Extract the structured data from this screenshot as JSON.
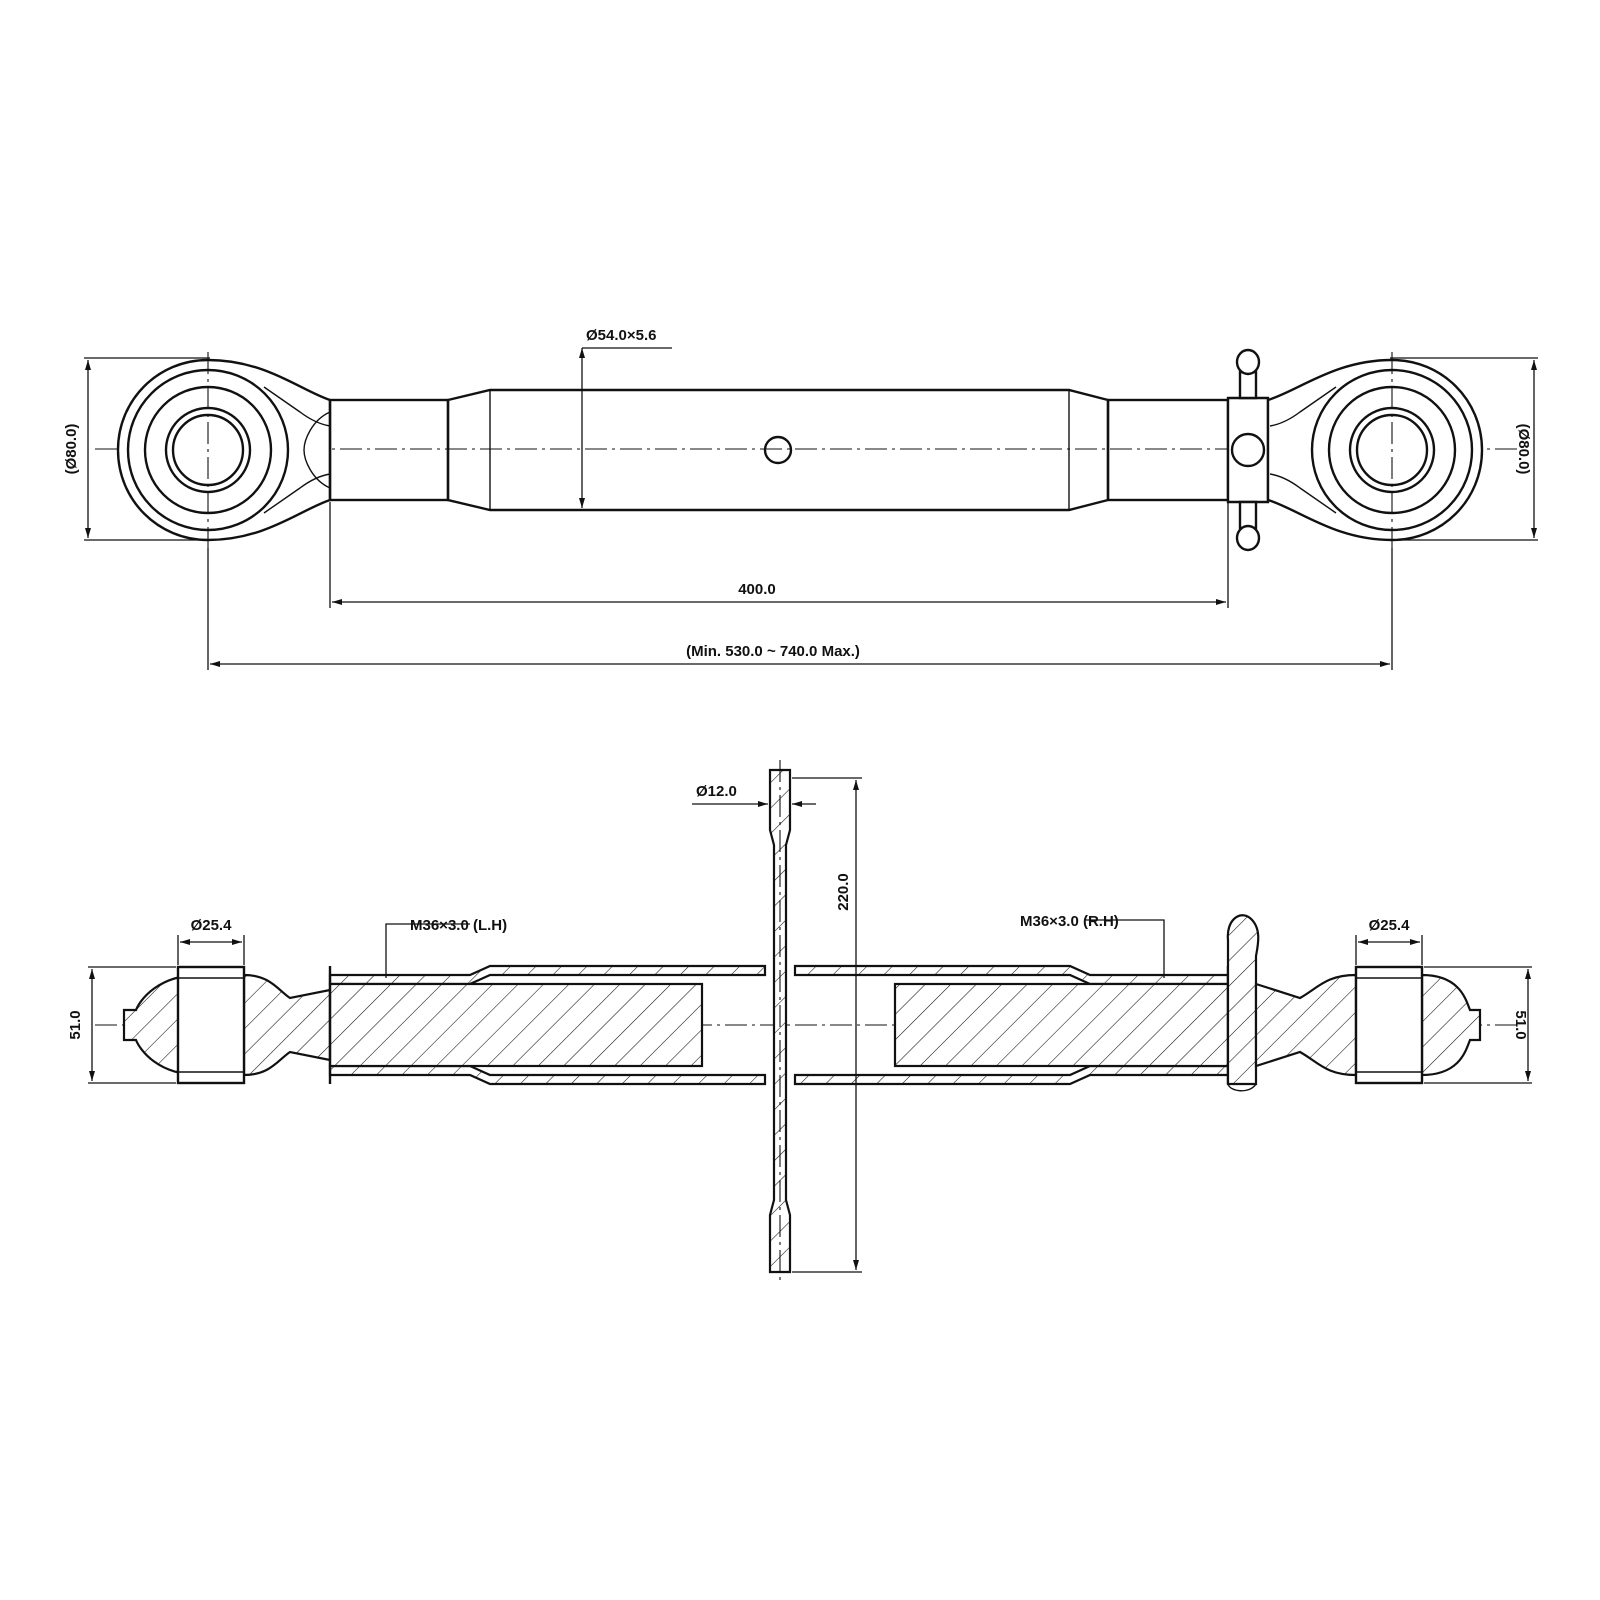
{
  "labels": {
    "tube_diameter": "Ø54.0×5.6",
    "left_ball_diameter": "(Ø80.0)",
    "right_ball_diameter": "(Ø80.0)",
    "tube_length": "400.0",
    "total_length": "(Min. 530.0 ~ 740.0 Max.)",
    "handle_diameter": "Ø12.0",
    "handle_length": "220.0",
    "left_thread": "M36×3.0 (L.H)",
    "right_thread": "M36×3.0 (R.H)",
    "left_bore": "Ø25.4",
    "right_bore": "Ø25.4",
    "left_ball_width": "51.0",
    "right_ball_width": "51.0"
  }
}
